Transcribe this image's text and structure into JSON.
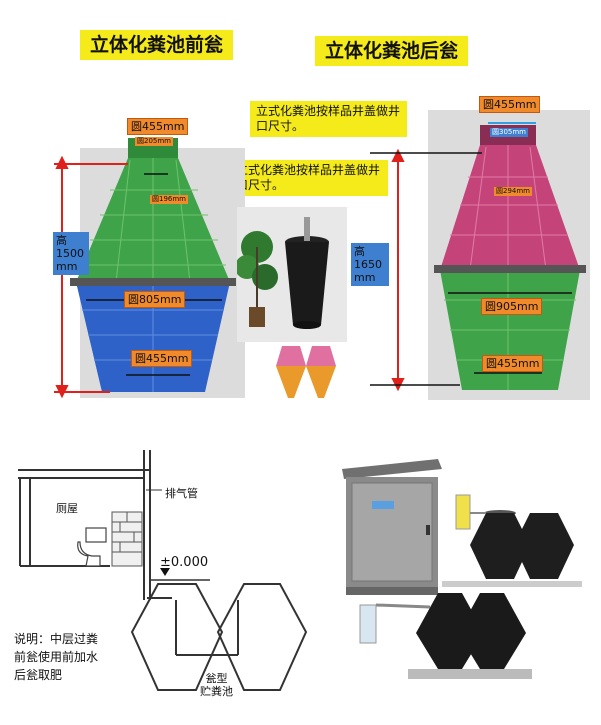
{
  "titles": {
    "front": "立体化粪池前瓮",
    "rear": "立体化粪池后瓮"
  },
  "notes": {
    "well_cover_1": "立式化粪池按样品井盖做井口尺寸。",
    "well_cover_2": "立式化粪池按样品井盖做井口尺寸。"
  },
  "front_tank": {
    "top_diameter": "圆455mm",
    "inner_top": "圆205mm",
    "neck": "圆196mm",
    "middle": "圆805mm",
    "bottom": "圆455mm",
    "height": "高\n1500\nmm"
  },
  "rear_tank": {
    "top_diameter": "圆455mm",
    "inner_top": "圆305mm",
    "neck": "圆294mm",
    "middle": "圆905mm",
    "bottom": "圆455mm",
    "height": "高\n1650\nmm"
  },
  "section": {
    "toilet_room": "厕屋",
    "vent_pipe": "排气管",
    "level": "±0.000",
    "storage_tank_line1": "瓮型",
    "storage_tank_line2": "贮粪池",
    "note_line1": "说明：中层过粪",
    "note_line2": "前瓮使用前加水",
    "note_line3": "后瓮取肥"
  },
  "colors": {
    "yellow": "#f5ea1a",
    "green": "#3fa34a",
    "blue": "#2f62c8",
    "pink": "#c4447a",
    "orange": "#f08a2a",
    "red": "#e0201a"
  },
  "icons": [
    "cabin-icon",
    "toilet-icon",
    "septic-tank-icon",
    "plant-icon"
  ]
}
